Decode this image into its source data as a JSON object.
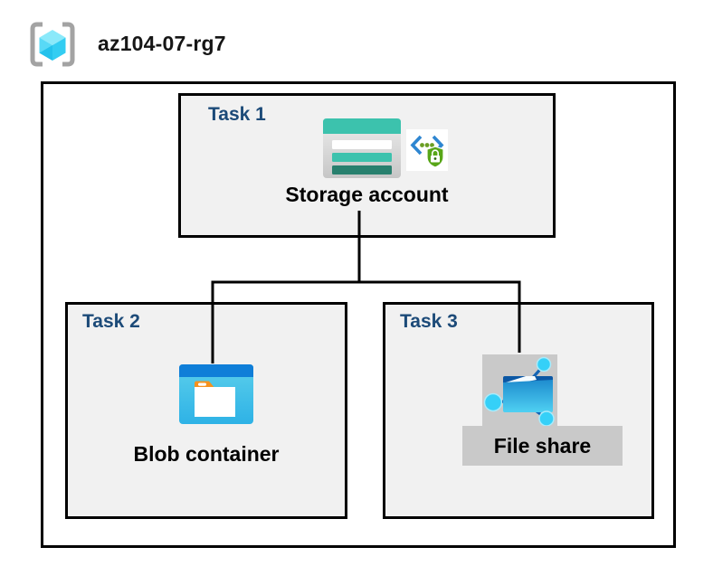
{
  "header": {
    "resource_group_name": "az104-07-rg7",
    "icon": "resource-group-icon"
  },
  "diagram": {
    "tasks": [
      {
        "label": "Task 1",
        "item": "Storage account",
        "icons": [
          "storage-account-icon",
          "code-lock-icon"
        ],
        "highlighted": false
      },
      {
        "label": "Task 2",
        "item": "Blob container",
        "icons": [
          "blob-container-icon"
        ],
        "highlighted": false
      },
      {
        "label": "Task 3",
        "item": "File share",
        "icons": [
          "file-share-icon"
        ],
        "highlighted": true
      }
    ],
    "connections": [
      {
        "from": "Storage account",
        "to": "Blob container"
      },
      {
        "from": "Storage account",
        "to": "File share"
      }
    ]
  },
  "colors": {
    "border": "#000000",
    "box_fill": "#F1F1F1",
    "highlight_fill": "#C9C9C9",
    "task_label": "#1C4A78",
    "storage_teal": "#3CC2AD",
    "storage_teal_dark": "#28806E",
    "blob_header_blue": "#0F7ED8",
    "blob_body_cyan": "#3EC1E9",
    "folder_tab_orange": "#F6921E",
    "file_share_folder_blue": "#1E8CCE",
    "file_share_node_cyan": "#35D0F8",
    "shield_green": "#58A618",
    "bracket_blue": "#2E86D1",
    "rg_cube_cyan": "#58D9F6",
    "rg_bracket_gray": "#A3A3A3"
  }
}
